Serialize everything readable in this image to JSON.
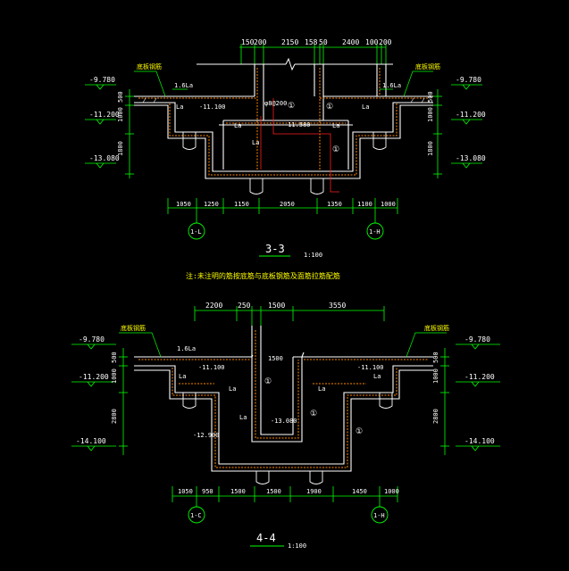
{
  "section_3_3": {
    "title": "3-3",
    "scale": "1:100",
    "top_dims": [
      "150",
      "200",
      "2150",
      "158",
      "50",
      "2400",
      "100",
      "200"
    ],
    "bottom_dims": [
      "1050",
      "1250",
      "1150",
      "2050",
      "1350",
      "1100",
      "1000"
    ],
    "elevations": {
      "left_top": "-9.780",
      "left_mid": "-11.200",
      "left_bot": "-13.080",
      "right_top": "-9.780",
      "right_mid": "-11.200",
      "right_bot": "-13.080",
      "inner_left": "-11.100",
      "inner_center": "-11.580"
    },
    "vertical_dims_left": [
      "500",
      "1000",
      "1800"
    ],
    "vertical_dims_right": [
      "500",
      "1000",
      "1800"
    ],
    "axis_left": "1-L",
    "axis_right": "1-H",
    "leader_left": "底板钢筋",
    "leader_right": "底板钢筋",
    "anchor_left": "1.6La",
    "anchor_right": "1.6La",
    "la_labels": [
      "La",
      "La",
      "La",
      "La",
      "La"
    ],
    "rebar_note": "φ8@200",
    "circle_marks": [
      "①",
      "①",
      "①"
    ],
    "note": "注:未注明的筋按底筋与底板钢筋及面筋拉筋配筋"
  },
  "section_4_4": {
    "title": "4-4",
    "scale": "1:100",
    "top_dims": [
      "2200",
      "250",
      "1500",
      "3550"
    ],
    "inner_dim": "1500",
    "bottom_dims": [
      "1050",
      "950",
      "1500",
      "1500",
      "1900",
      "1450",
      "1000"
    ],
    "elevations": {
      "left_top": "-9.780",
      "left_mid": "-11.200",
      "left_bot": "-14.100",
      "right_top": "-9.780",
      "right_mid": "-11.200",
      "right_bot": "-14.100",
      "inner_left": "-11.100",
      "inner_right": "-11.100",
      "pit_center": "-13.080",
      "pit_left": "-12.900"
    },
    "vertical_dims_left": [
      "500",
      "1000",
      "2800"
    ],
    "vertical_dims_right": [
      "500",
      "1000",
      "2800"
    ],
    "axis_left": "1-C",
    "axis_right": "1-H",
    "leader_left": "底板钢筋",
    "leader_right": "底板钢筋",
    "anchor_left": "1.6La",
    "la_labels": [
      "La",
      "La",
      "La",
      "La",
      "La"
    ],
    "circle_marks": [
      "①",
      "①",
      "①"
    ]
  },
  "colors": {
    "background": "#000000",
    "structure": "#ffffff",
    "dimension": "#00ff00",
    "rebar": "#ff8800",
    "text": "#ffff00",
    "rebar_red": "#ff2020"
  }
}
